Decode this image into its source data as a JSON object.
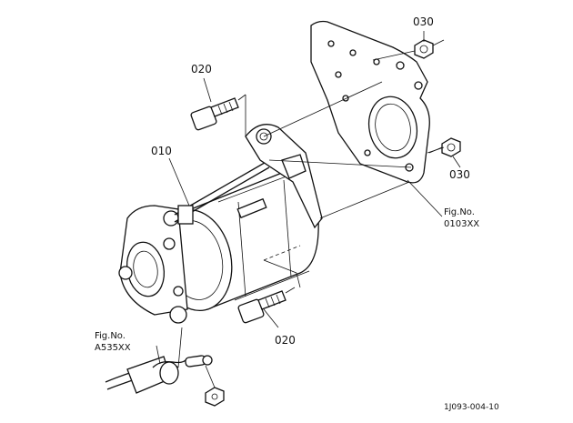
{
  "diagram": {
    "callouts": {
      "top_right_nut": "030",
      "right_nut": "030",
      "top_bolt": "020",
      "starter": "010",
      "bottom_bolt": "020"
    },
    "fig_refs": {
      "plate": {
        "line1": "Fig.No.",
        "line2": "0103XX"
      },
      "cable": {
        "line1": "Fig.No.",
        "line2": "A535XX"
      }
    },
    "drawing_id": "1J093-004-10"
  }
}
